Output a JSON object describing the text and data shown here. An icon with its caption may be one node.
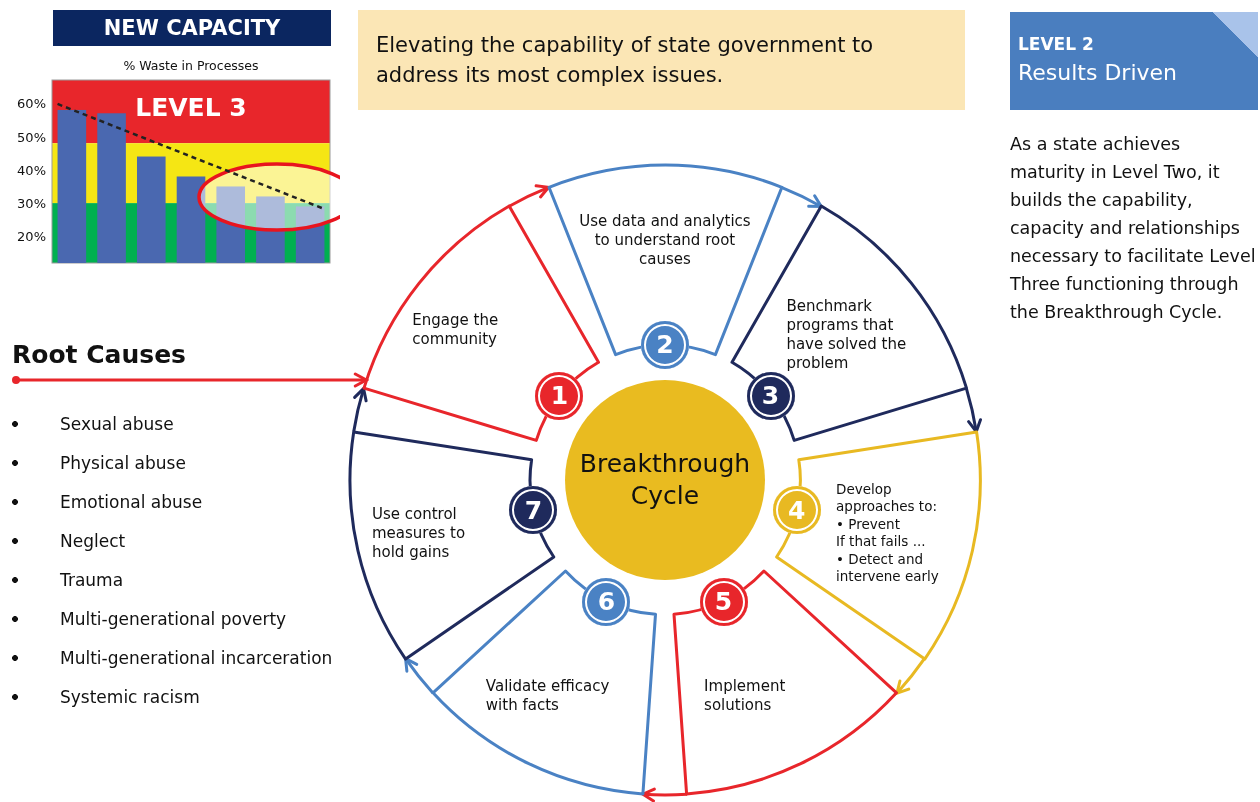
{
  "diagram": {
    "nodes": [
      {
        "text": [
          "NEW CAPACITY"
        ]
      },
      {
        "text": [
          "Elevating the capability of state government to address its most complex issues."
        ]
      },
      {
        "text": [
          "LEVEL 2",
          "Results Driven"
        ]
      },
      {
        "text": [
          "Root Causes"
        ]
      },
      {
        "text": [
          "Breakthrough Cycle"
        ]
      },
      {
        "text": [
          "Engage the community",
          "1"
        ]
      },
      {
        "text": [
          "Use data and analytics to understand root causes",
          "2"
        ]
      },
      {
        "text": [
          "Benchmark programs that have solved the problem",
          "3"
        ]
      },
      {
        "text": [
          "Develop approaches to:",
          "• Prevent",
          "If that fails ...",
          "• Detect and intervene early",
          "4"
        ]
      },
      {
        "text": [
          "5",
          "Implement solutions"
        ]
      },
      {
        "text": [
          "6",
          "Validate efficacy with facts"
        ]
      },
      {
        "text": [
          "Use control measures to hold gains",
          "7"
        ]
      }
    ],
    "edges": [
      {
        "from": 3,
        "to": 5,
        "arrow": "to",
        "color": "#e8262b"
      },
      {
        "from": 5,
        "to": 6,
        "arrow": "to",
        "color": "#e8262b"
      },
      {
        "from": 6,
        "to": 7,
        "arrow": "to",
        "color": "#4a82c4"
      },
      {
        "from": 7,
        "to": 8,
        "arrow": "to",
        "color": "#1f2a5c"
      },
      {
        "from": 8,
        "to": 9,
        "arrow": "to",
        "color": "#e8b922"
      },
      {
        "from": 9,
        "to": 10,
        "arrow": "to",
        "color": "#e8262b"
      },
      {
        "from": 10,
        "to": 11,
        "arrow": "to",
        "color": "#4a82c4"
      },
      {
        "from": 11,
        "to": 5,
        "arrow": "to",
        "color": "#1f2a5c"
      }
    ],
    "labels": [
      "As a state achieves maturity in Level Two, it builds the capability, capacity and relationships necessary to facilitate Level Three functioning through the Breakthrough Cycle.",
      "Sexual abuse",
      "Physical abuse",
      "Emotional abuse",
      "Neglect",
      "Trauma",
      "Multi-generational poverty",
      "Multi-generational incarceration",
      "Systemic racism"
    ],
    "chart_data": {
      "type": "bar",
      "title": "% Waste in Processes",
      "series": [
        {
          "color": "#4a68b0",
          "values": [
            58,
            57,
            44,
            38,
            35,
            32,
            29
          ]
        }
      ],
      "ylim": [
        12,
        67
      ],
      "yticks": [
        {
          "value": 20,
          "label": "20%"
        },
        {
          "value": 30,
          "label": "30%"
        },
        {
          "value": 40,
          "label": "40%"
        },
        {
          "value": 50,
          "label": "50%"
        },
        {
          "value": 60,
          "label": "60%"
        }
      ],
      "annotations": [
        "LEVEL 3"
      ]
    }
  }
}
